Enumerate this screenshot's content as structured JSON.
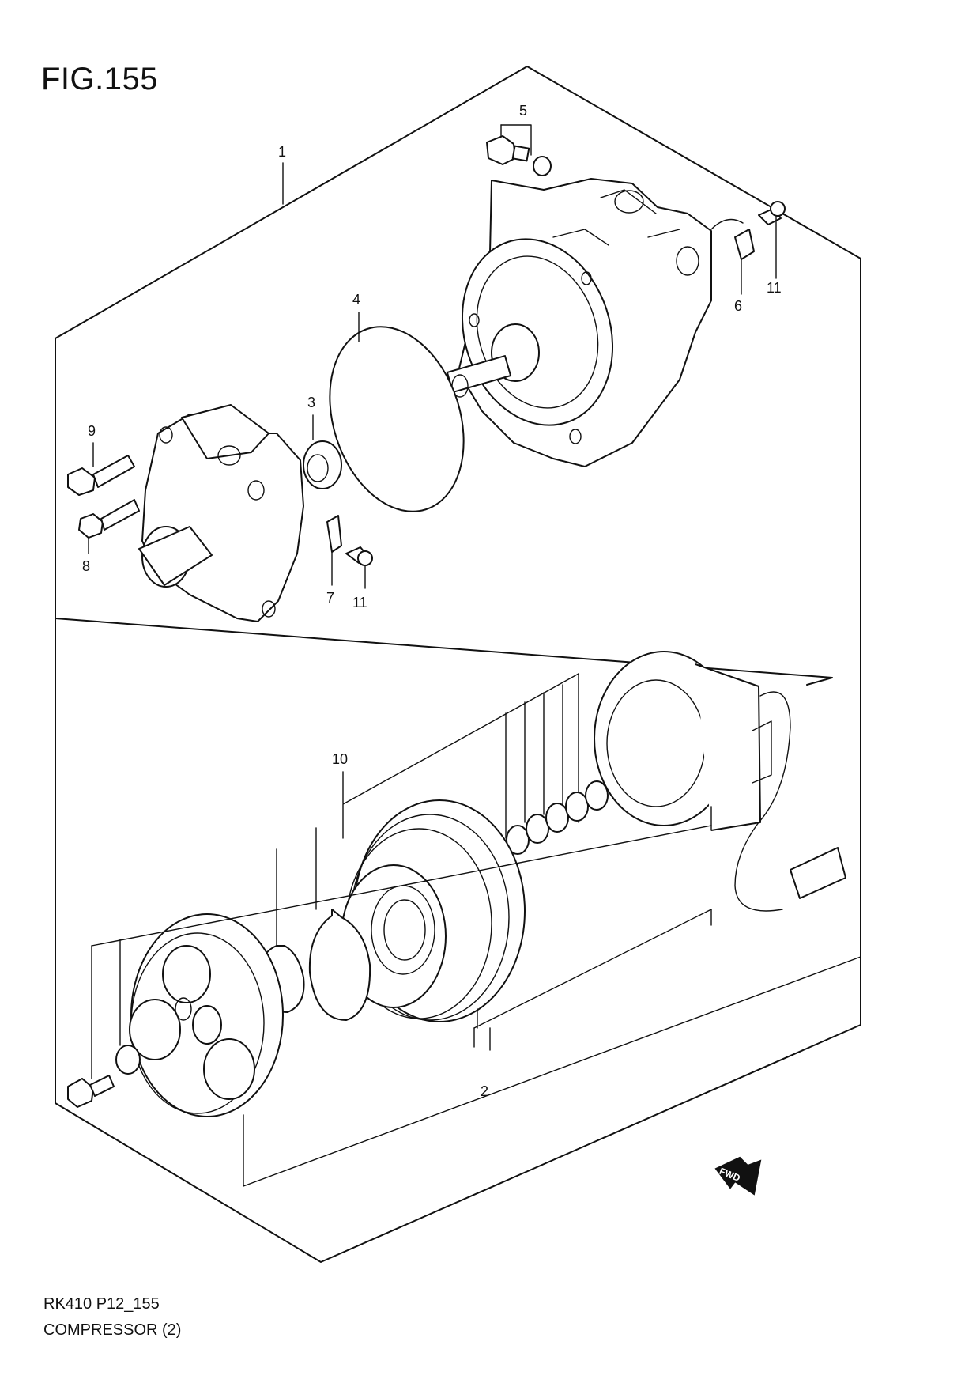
{
  "figure": {
    "title": "FIG.155"
  },
  "callouts": [
    "1",
    "2",
    "3",
    "4",
    "5",
    "6",
    "7",
    "8",
    "9",
    "10",
    "11",
    "11"
  ],
  "footer": {
    "model_code": "RK410 P12_155",
    "section_title": "COMPRESSOR (2)"
  },
  "fwd_badge": {
    "label": "FWD"
  }
}
